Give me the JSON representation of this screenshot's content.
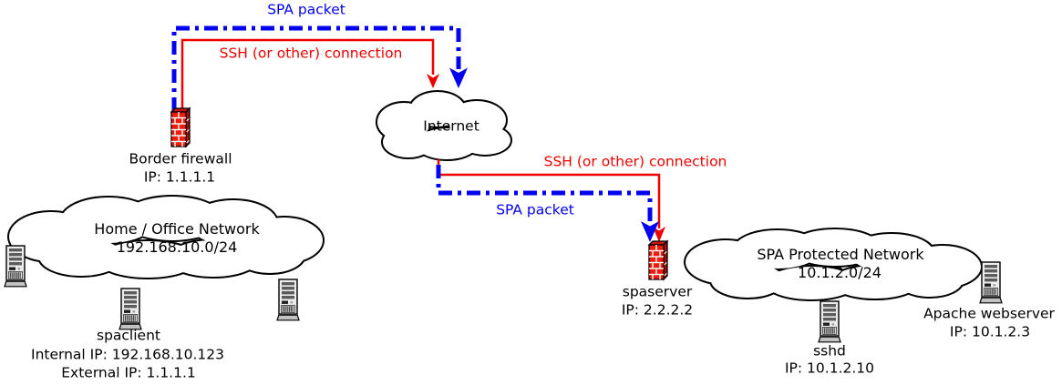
{
  "diagram_title": "SPA network diagram",
  "colors": {
    "spa_packet_flow": "#0202ee",
    "ssh_connection_flow": "#ee0000",
    "cloud_outline": "#000000",
    "firewall_brick": "#ee1c0c"
  },
  "flows": {
    "spa_packet_top": "SPA packet",
    "ssh_top": "SSH (or other) connection",
    "ssh_right": "SSH (or other) connection",
    "spa_packet_bottom": "SPA packet"
  },
  "nodes": {
    "internet": {
      "label": "Internet"
    },
    "border_firewall": {
      "label": "Border firewall",
      "ip": "IP: 1.1.1.1"
    },
    "home_network": {
      "title": "Home / Office Network",
      "subnet": "192.168.10.0/24"
    },
    "spaclient": {
      "label": "spaclient",
      "internal_ip": "Internal IP: 192.168.10.123",
      "external_ip": "External IP: 1.1.1.1"
    },
    "spaserver": {
      "label": "spaserver",
      "ip": "IP: 2.2.2.2"
    },
    "spa_network": {
      "title": "SPA Protected Network",
      "subnet": "10.1.2.0/24"
    },
    "sshd": {
      "label": "sshd",
      "ip": "IP: 10.1.2.10"
    },
    "apache": {
      "label": "Apache webserver",
      "ip": "IP: 10.1.2.3"
    }
  }
}
